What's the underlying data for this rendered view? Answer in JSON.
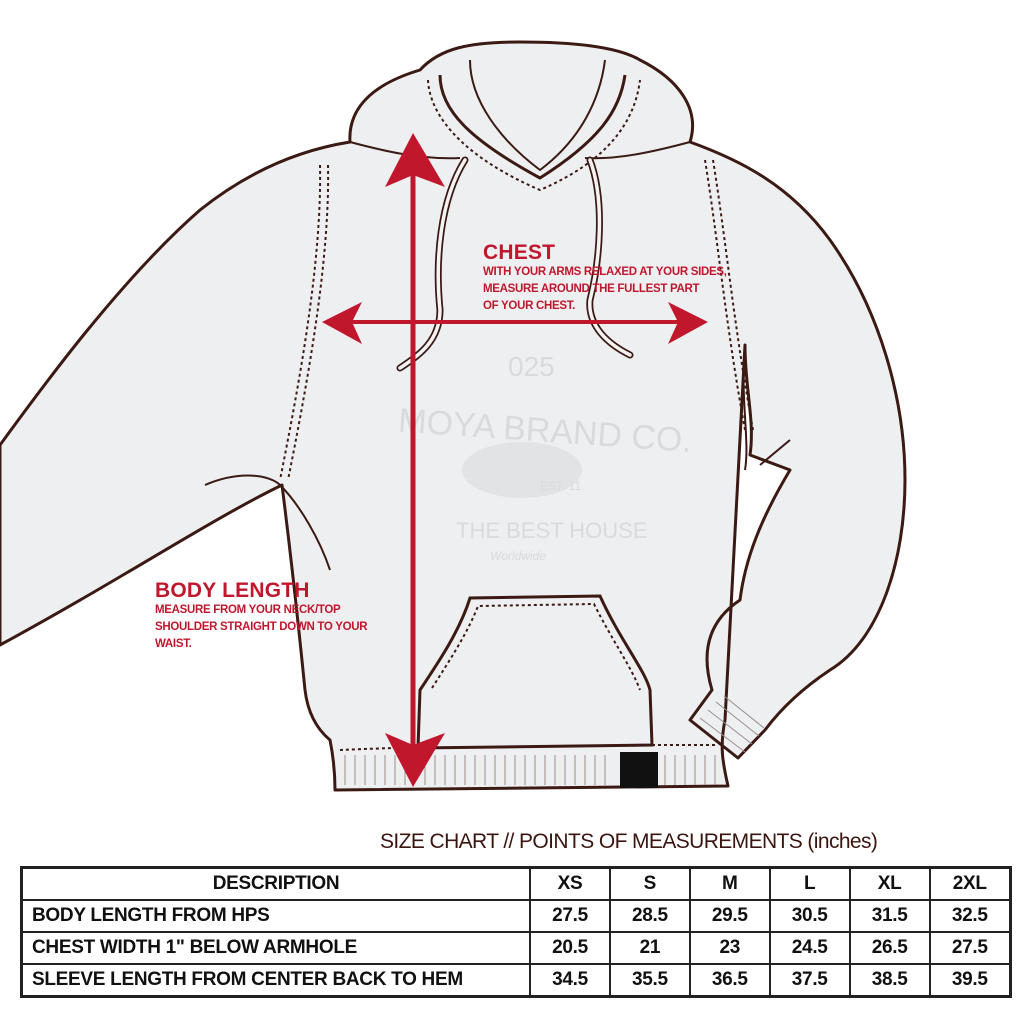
{
  "diagram": {
    "chest": {
      "title": "CHEST",
      "lines": [
        "WITH YOUR ARMS RELAXED AT YOUR SIDES,",
        "MEASURE AROUND THE FULLEST PART",
        "OF YOUR CHEST."
      ]
    },
    "body_length": {
      "title": "BODY LENGTH",
      "lines": [
        "MEASURE FROM YOUR NECK/TOP",
        "SHOULDER STRAIGHT DOWN TO YOUR",
        "WAIST."
      ]
    },
    "logo": {
      "number": "025",
      "brand": "MOYA BRAND CO.",
      "est": "EST. 11",
      "tagline": "THE BEST HOUSE",
      "script": "Worldwide"
    },
    "colors": {
      "accent": "#c0172d",
      "outline": "#3b1a14",
      "garment": "#eeeff1"
    }
  },
  "size_chart": {
    "title": "SIZE CHART // POINTS OF MEASUREMENTS (inches)",
    "columns": [
      "DESCRIPTION",
      "XS",
      "S",
      "M",
      "L",
      "XL",
      "2XL"
    ],
    "rows": [
      {
        "description": "BODY LENGTH FROM HPS",
        "values": [
          "27.5",
          "28.5",
          "29.5",
          "30.5",
          "31.5",
          "32.5"
        ]
      },
      {
        "description": "CHEST WIDTH 1\" BELOW ARMHOLE",
        "values": [
          "20.5",
          "21",
          "23",
          "24.5",
          "26.5",
          "27.5"
        ]
      },
      {
        "description": "SLEEVE LENGTH FROM CENTER BACK TO HEM",
        "values": [
          "34.5",
          "35.5",
          "36.5",
          "37.5",
          "38.5",
          "39.5"
        ]
      }
    ]
  }
}
